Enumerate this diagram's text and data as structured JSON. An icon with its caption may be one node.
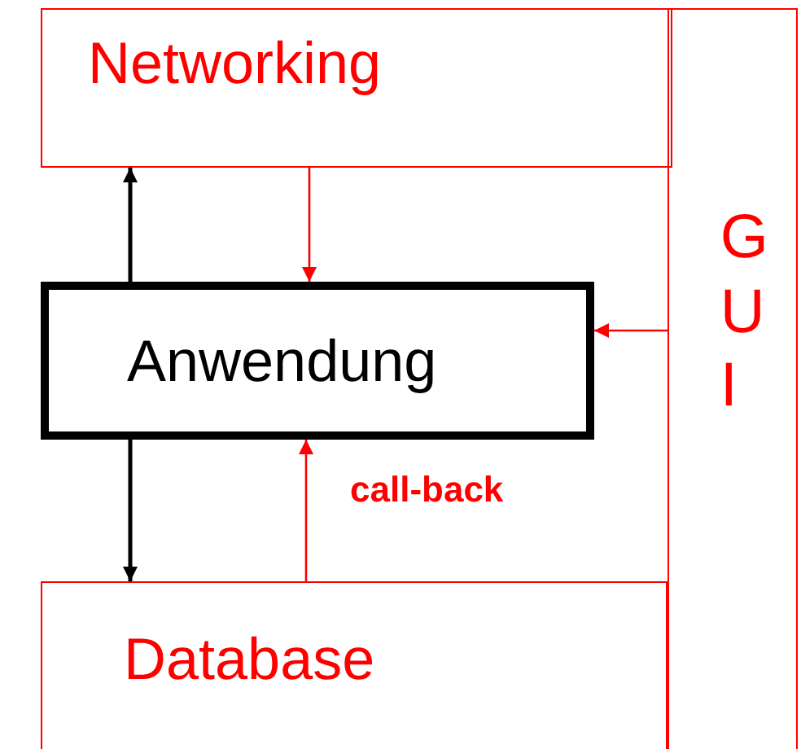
{
  "diagram": {
    "nodes": [
      {
        "text": [
          "Networking"
        ]
      },
      {
        "text": [
          "GUI"
        ]
      },
      {
        "text": [
          "Anwendung"
        ]
      },
      {
        "text": [
          "Database"
        ]
      }
    ],
    "edges": [
      {
        "from": 2,
        "to": 0,
        "arrow": "to",
        "color": "#000000"
      },
      {
        "from": 0,
        "to": 2,
        "arrow": "to"
      },
      {
        "from": 1,
        "to": 2,
        "arrow": "to"
      },
      {
        "from": 2,
        "to": 3,
        "arrow": "to",
        "color": "#000000"
      },
      {
        "from": 3,
        "to": 2,
        "arrow": "to",
        "label": "call-back"
      }
    ]
  }
}
